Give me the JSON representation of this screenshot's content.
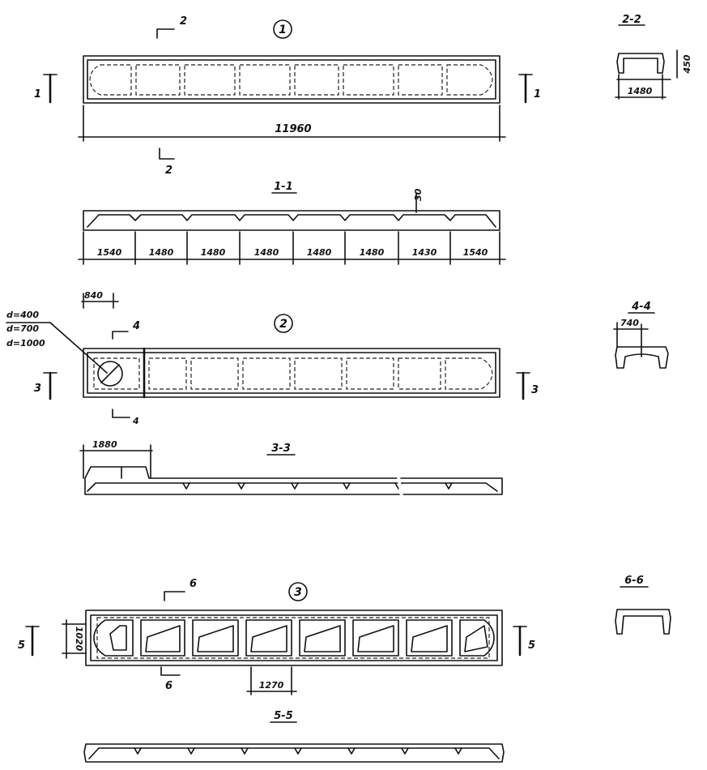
{
  "marks": {
    "m1": "1",
    "m2": "2",
    "m3": "3"
  },
  "sections": {
    "s11": "1-1",
    "s22": "2-2",
    "s33": "3-3",
    "s44": "4-4",
    "s55": "5-5",
    "s66": "6-6"
  },
  "cut_labels": {
    "c1": "1",
    "c2": "2",
    "c3": "3",
    "c4": "4",
    "c5": "5",
    "c6": "6"
  },
  "dims": {
    "total_length": "11960",
    "section_width": "1480",
    "section_height": "450",
    "rib": "30",
    "spans": [
      "1540",
      "1480",
      "1480",
      "1480",
      "1480",
      "1480",
      "1430",
      "1540"
    ],
    "hole_offset": "840",
    "hole_d1": "d=400",
    "hole_d2": "d=700",
    "hole_d3": "d=1000",
    "sec44_width": "740",
    "end_length": "1880",
    "cell_width": "1270",
    "cell_height": "1020"
  },
  "colors": {
    "ink": "#111111",
    "paper": "#ffffff"
  }
}
